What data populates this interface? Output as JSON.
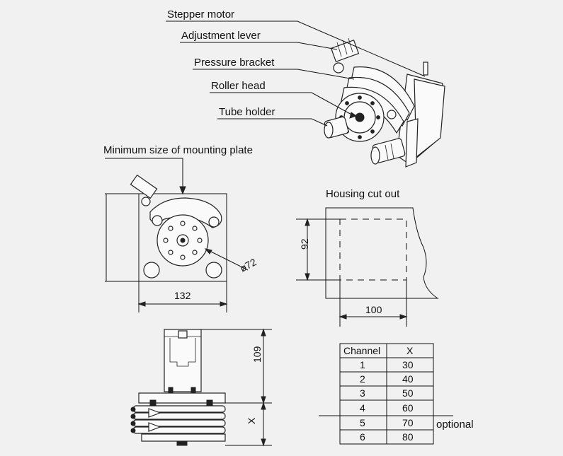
{
  "labels": {
    "stepper_motor": "Stepper motor",
    "adjustment_lever": "Adjustment lever",
    "pressure_bracket": "Pressure bracket",
    "roller_head": "Roller head",
    "tube_holder": "Tube holder",
    "mounting_plate": "Minimum size of mounting plate",
    "housing_cut_out": "Housing cut out"
  },
  "dimensions": {
    "plate_width": "132",
    "roller_diameter": "ø72",
    "cutout_height": "92",
    "cutout_width": "100",
    "motor_height": "109",
    "head_depth": "X"
  },
  "channel_table": {
    "headers": [
      "Channel",
      "X"
    ],
    "rows": [
      [
        "1",
        "30"
      ],
      [
        "2",
        "40"
      ],
      [
        "3",
        "50"
      ],
      [
        "4",
        "60"
      ],
      [
        "5",
        "70"
      ],
      [
        "6",
        "80"
      ]
    ],
    "note": "optional"
  }
}
